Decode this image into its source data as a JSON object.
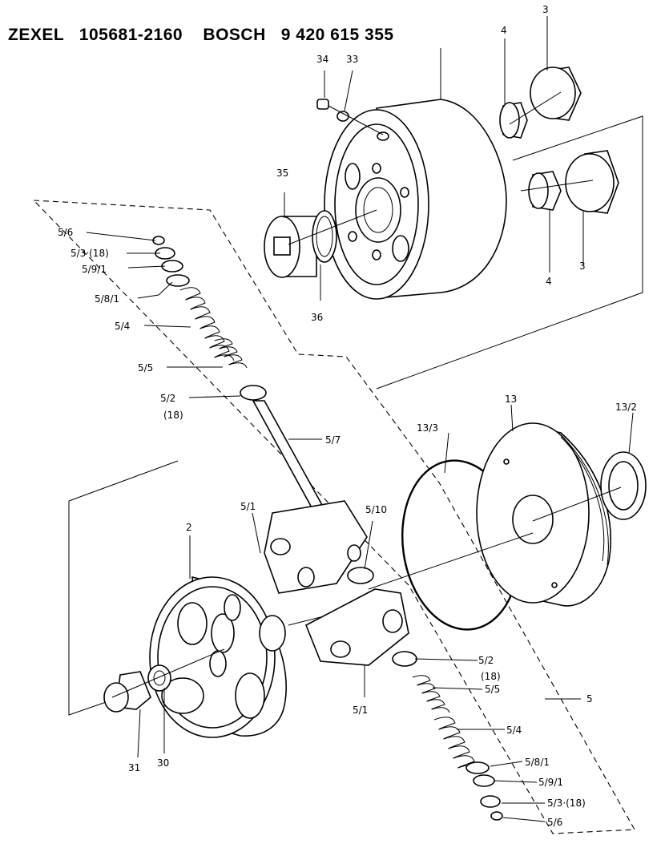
{
  "title": "ZEXEL   105681-2160    BOSCH   9 420 615 355",
  "labels": {
    "l34": "34",
    "l33": "33",
    "l4a": "4",
    "l3a": "3",
    "l35": "35",
    "l36": "36",
    "l4b": "4",
    "l3b": "3",
    "l56a": "5/6",
    "l53a": "5/3·(18)",
    "l591a": "5/9/1",
    "l581a": "5/8/1",
    "l54a": "5/4",
    "l55a": "5/5",
    "l52a": "5/2",
    "l18a": "(18)",
    "l57": "5/7",
    "l13": "13",
    "l133": "13/3",
    "l132": "13/2",
    "l51a": "5/1",
    "l510": "5/10",
    "l2": "2",
    "l52b": "5/2",
    "l18b": "(18)",
    "l55b": "5/5",
    "l5": "5",
    "l51b": "5/1",
    "l54b": "5/4",
    "l581b": "5/8/1",
    "l591b": "5/9/1",
    "l53b": "5/3·(18)",
    "l56b": "5/6",
    "l31": "31",
    "l30": "30"
  }
}
